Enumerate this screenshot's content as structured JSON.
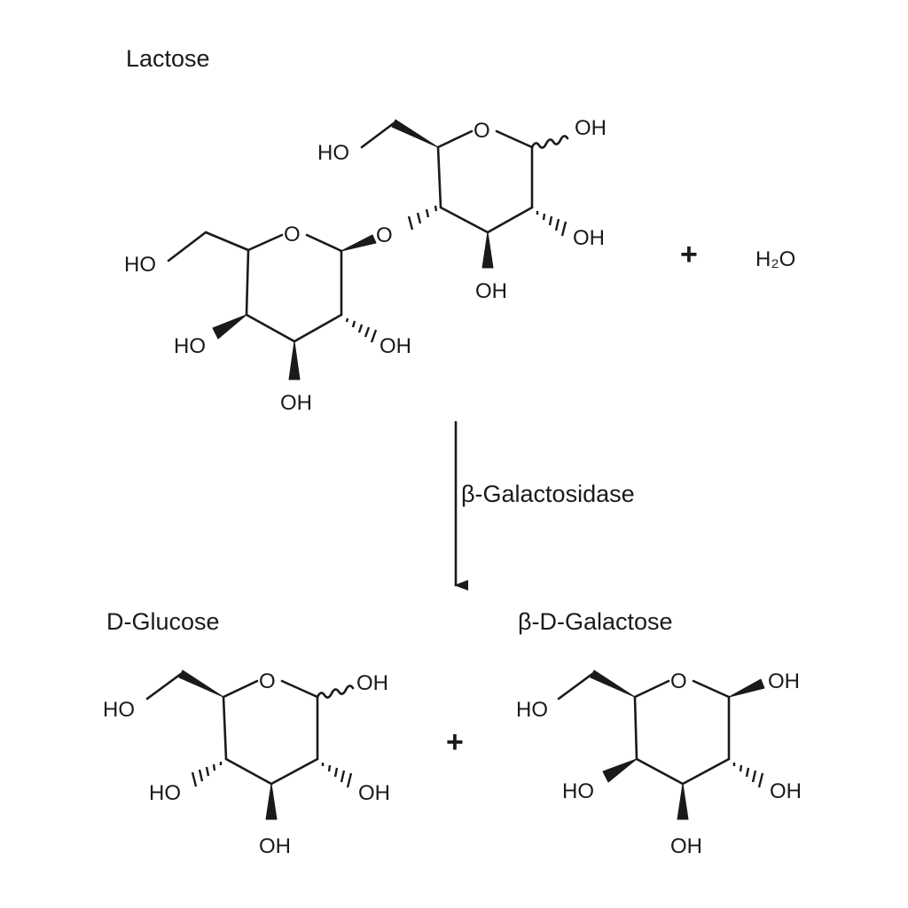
{
  "reaction": {
    "substrate_name": "Lactose",
    "cosubstrate": "H₂O",
    "enzyme": "β-Galactosidase",
    "product_1_name": "D-Glucose",
    "product_2_name": "β-D-Galactose",
    "plus_sign": "+"
  },
  "atoms": {
    "oh": "OH",
    "ho": "HO",
    "o": "O"
  }
}
